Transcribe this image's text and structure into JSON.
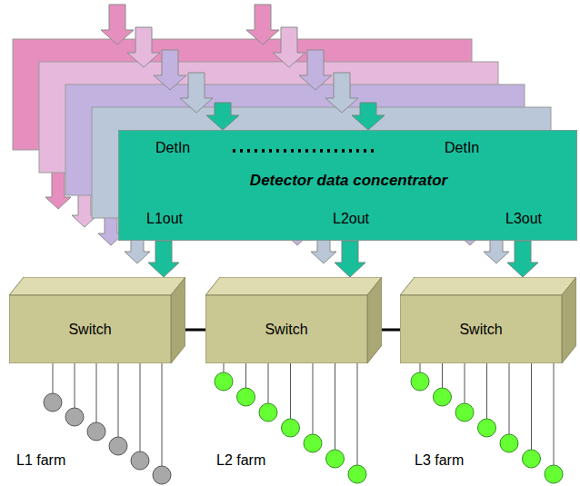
{
  "diagram": {
    "nodes": [
      {
        "text": [
          "DetIn",
          "DetIn",
          "Detector data concentrator",
          "L1out",
          "L2out",
          "L3out"
        ]
      },
      {
        "text": [
          "Switch"
        ]
      },
      {
        "text": [
          "Switch"
        ]
      },
      {
        "text": [
          "Switch"
        ]
      }
    ],
    "edges": [
      {
        "from": 0,
        "to": 1,
        "arrow": "to"
      },
      {
        "from": 0,
        "to": 2,
        "arrow": "to"
      },
      {
        "from": 0,
        "to": 3,
        "arrow": "to"
      },
      {
        "from": 1,
        "to": 2,
        "arrow": "none"
      },
      {
        "from": 2,
        "to": 3,
        "arrow": "none"
      }
    ],
    "labels": [
      "L1 farm",
      "L2 farm",
      "L3 farm"
    ]
  }
}
